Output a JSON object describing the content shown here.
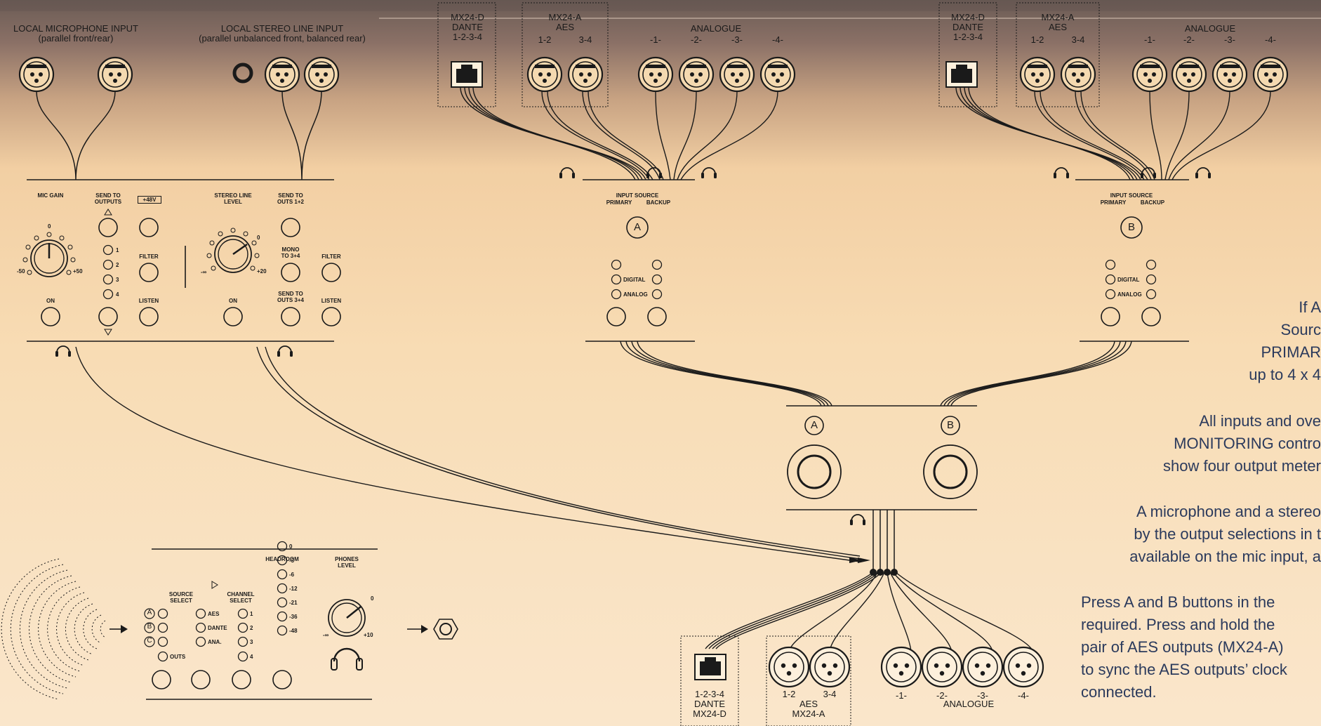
{
  "top_left": {
    "mic_title": "LOCAL MICROPHONE INPUT",
    "mic_sub": "(parallel front/rear)",
    "stereo_title": "LOCAL STEREO LINE INPUT",
    "stereo_sub": "(parallel unbalanced front, balanced  rear)"
  },
  "group_a": {
    "dante_title": "MX24-D\nDANTE\n1-2-3-4",
    "aes_title": "MX24-A\nAES",
    "aes_ports": [
      "1-2",
      "3-4"
    ],
    "analogue_title": "ANALOGUE",
    "analogue_ports": [
      "-1-",
      "-2-",
      "-3-",
      "-4-"
    ]
  },
  "group_b": {
    "dante_title": "MX24-D\nDANTE\n1-2-3-4",
    "aes_title": "MX24-A\nAES",
    "aes_ports": [
      "1-2",
      "3-4"
    ],
    "analogue_title": "ANALOGUE",
    "analogue_ports": [
      "-1-",
      "-2-",
      "-3-",
      "-4-"
    ]
  },
  "local_panel": {
    "mic_gain": "MIC GAIN",
    "send_to_outputs": "SEND TO\nOUTPUTS",
    "phantom": "+48V",
    "stereo_line_level": "STEREO LINE\nLEVEL",
    "send_to_outs_12": "SEND TO\nOUTS 1+2",
    "filter": "FILTER",
    "listen": "LISTEN",
    "on": "ON",
    "mono_to_34": "MONO\nTO 3+4",
    "send_to_outs_34": "SEND TO\nOUTS 3+4",
    "mic_min": "-50",
    "mic_zero": "0",
    "mic_max": "+50",
    "line_min": "-∞",
    "line_zero": "0",
    "line_max": "+20",
    "out_numbers": [
      "1",
      "2",
      "3",
      "4"
    ]
  },
  "input_source_a": {
    "title": "INPUT SOURCE",
    "primary": "PRIMARY",
    "backup": "BACKUP",
    "letter": "A",
    "digital": "DIGITAL",
    "analog": "ANALOG"
  },
  "input_source_b": {
    "title": "INPUT SOURCE",
    "primary": "PRIMARY",
    "backup": "BACKUP",
    "letter": "B",
    "digital": "DIGITAL",
    "analog": "ANALOG"
  },
  "ab_box": {
    "a": "A",
    "b": "B"
  },
  "monitor_panel": {
    "source_select": "SOURCE\nSELECT",
    "channel_select": "CHANNEL\nSELECT",
    "headroom": "HEADROOM",
    "phones_level": "PHONES\nLEVEL",
    "sources": [
      "A",
      "B",
      "C"
    ],
    "formats": [
      "AES",
      "DANTE",
      "ANA."
    ],
    "outs": "OUTS",
    "channels": [
      "1",
      "2",
      "3",
      "4"
    ],
    "headroom_values": [
      "0",
      "-3",
      "-6",
      "-12",
      "-21",
      "-36",
      "-48"
    ],
    "phones_min": "-∞",
    "phones_zero": "0",
    "phones_max": "+10"
  },
  "outputs": {
    "dante_label": "1-2-3-4\nDANTE\nMX24-D",
    "aes_ports": [
      "1-2",
      "3-4"
    ],
    "aes_label": "AES\nMX24-A",
    "analogue_ports": [
      "-1-",
      "-2-",
      "-3-",
      "-4-"
    ],
    "analogue_label": "ANALOGUE"
  },
  "notes": {
    "block1": [
      "If A",
      "Sourc",
      "PRIMAR",
      "up to 4 x 4"
    ],
    "block2": [
      "All inputs and ove",
      "MONITORING contro",
      "show four output meter"
    ],
    "block3": [
      "A microphone and a stereo",
      "by the output selections in t",
      "available on the mic input, a"
    ],
    "block4": [
      "Press A and B buttons in the",
      "required.  Press and hold the",
      "pair of AES outputs (MX24-A)",
      "to sync the AES outputs’ clock",
      "connected."
    ]
  },
  "colors": {
    "ink": "#1a1a1a",
    "note_text": "#2b3a5c",
    "panel_bg": "transparent",
    "header_bg": "#7a655d"
  }
}
